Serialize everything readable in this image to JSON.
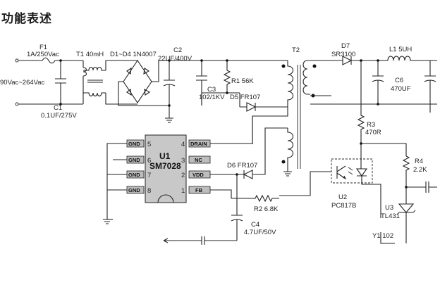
{
  "title": "功能表述",
  "labels": {
    "f1": "F1",
    "f1_rating": "1A/250Vac",
    "t1": "T1  40mH",
    "bridge": "D1~D4 1N4007",
    "c2": "C2",
    "c2_val": "22UF/400V",
    "t2": "T2",
    "d7": "D7",
    "d7_val": "SR3100",
    "l1": "L1  5UH",
    "input": "90Vac~264Vac",
    "r1": "R1  56K",
    "c3": "C3",
    "c3_val": "102/1KV",
    "d5": "D5 FR107",
    "c6": "C6",
    "c6_val": "470UF",
    "c1": "C1",
    "c1_val": "0.1UF/275V",
    "r3": "R3",
    "r3_val": "470R",
    "d6": "D6  FR107",
    "r4": "R4",
    "r4_val": "2.2K",
    "u2": "U2",
    "u2_val": "PC817B",
    "r2": "R2 6.8K",
    "u3": "U3",
    "u3_val": "TL431",
    "c4": "C4",
    "c4_val": "4.7UF/50V",
    "y1": "Y1  102"
  },
  "ic": {
    "name": "U1",
    "part": "SM7028",
    "left_pins": [
      {
        "num": "5",
        "label": "GND"
      },
      {
        "num": "6",
        "label": "GND"
      },
      {
        "num": "7",
        "label": "GND"
      },
      {
        "num": "8",
        "label": "GND"
      }
    ],
    "right_pins": [
      {
        "num": "4",
        "label": "DRAIN"
      },
      {
        "num": "3",
        "label": "NC"
      },
      {
        "num": "2",
        "label": "VDD"
      },
      {
        "num": "1",
        "label": "FB"
      }
    ]
  }
}
